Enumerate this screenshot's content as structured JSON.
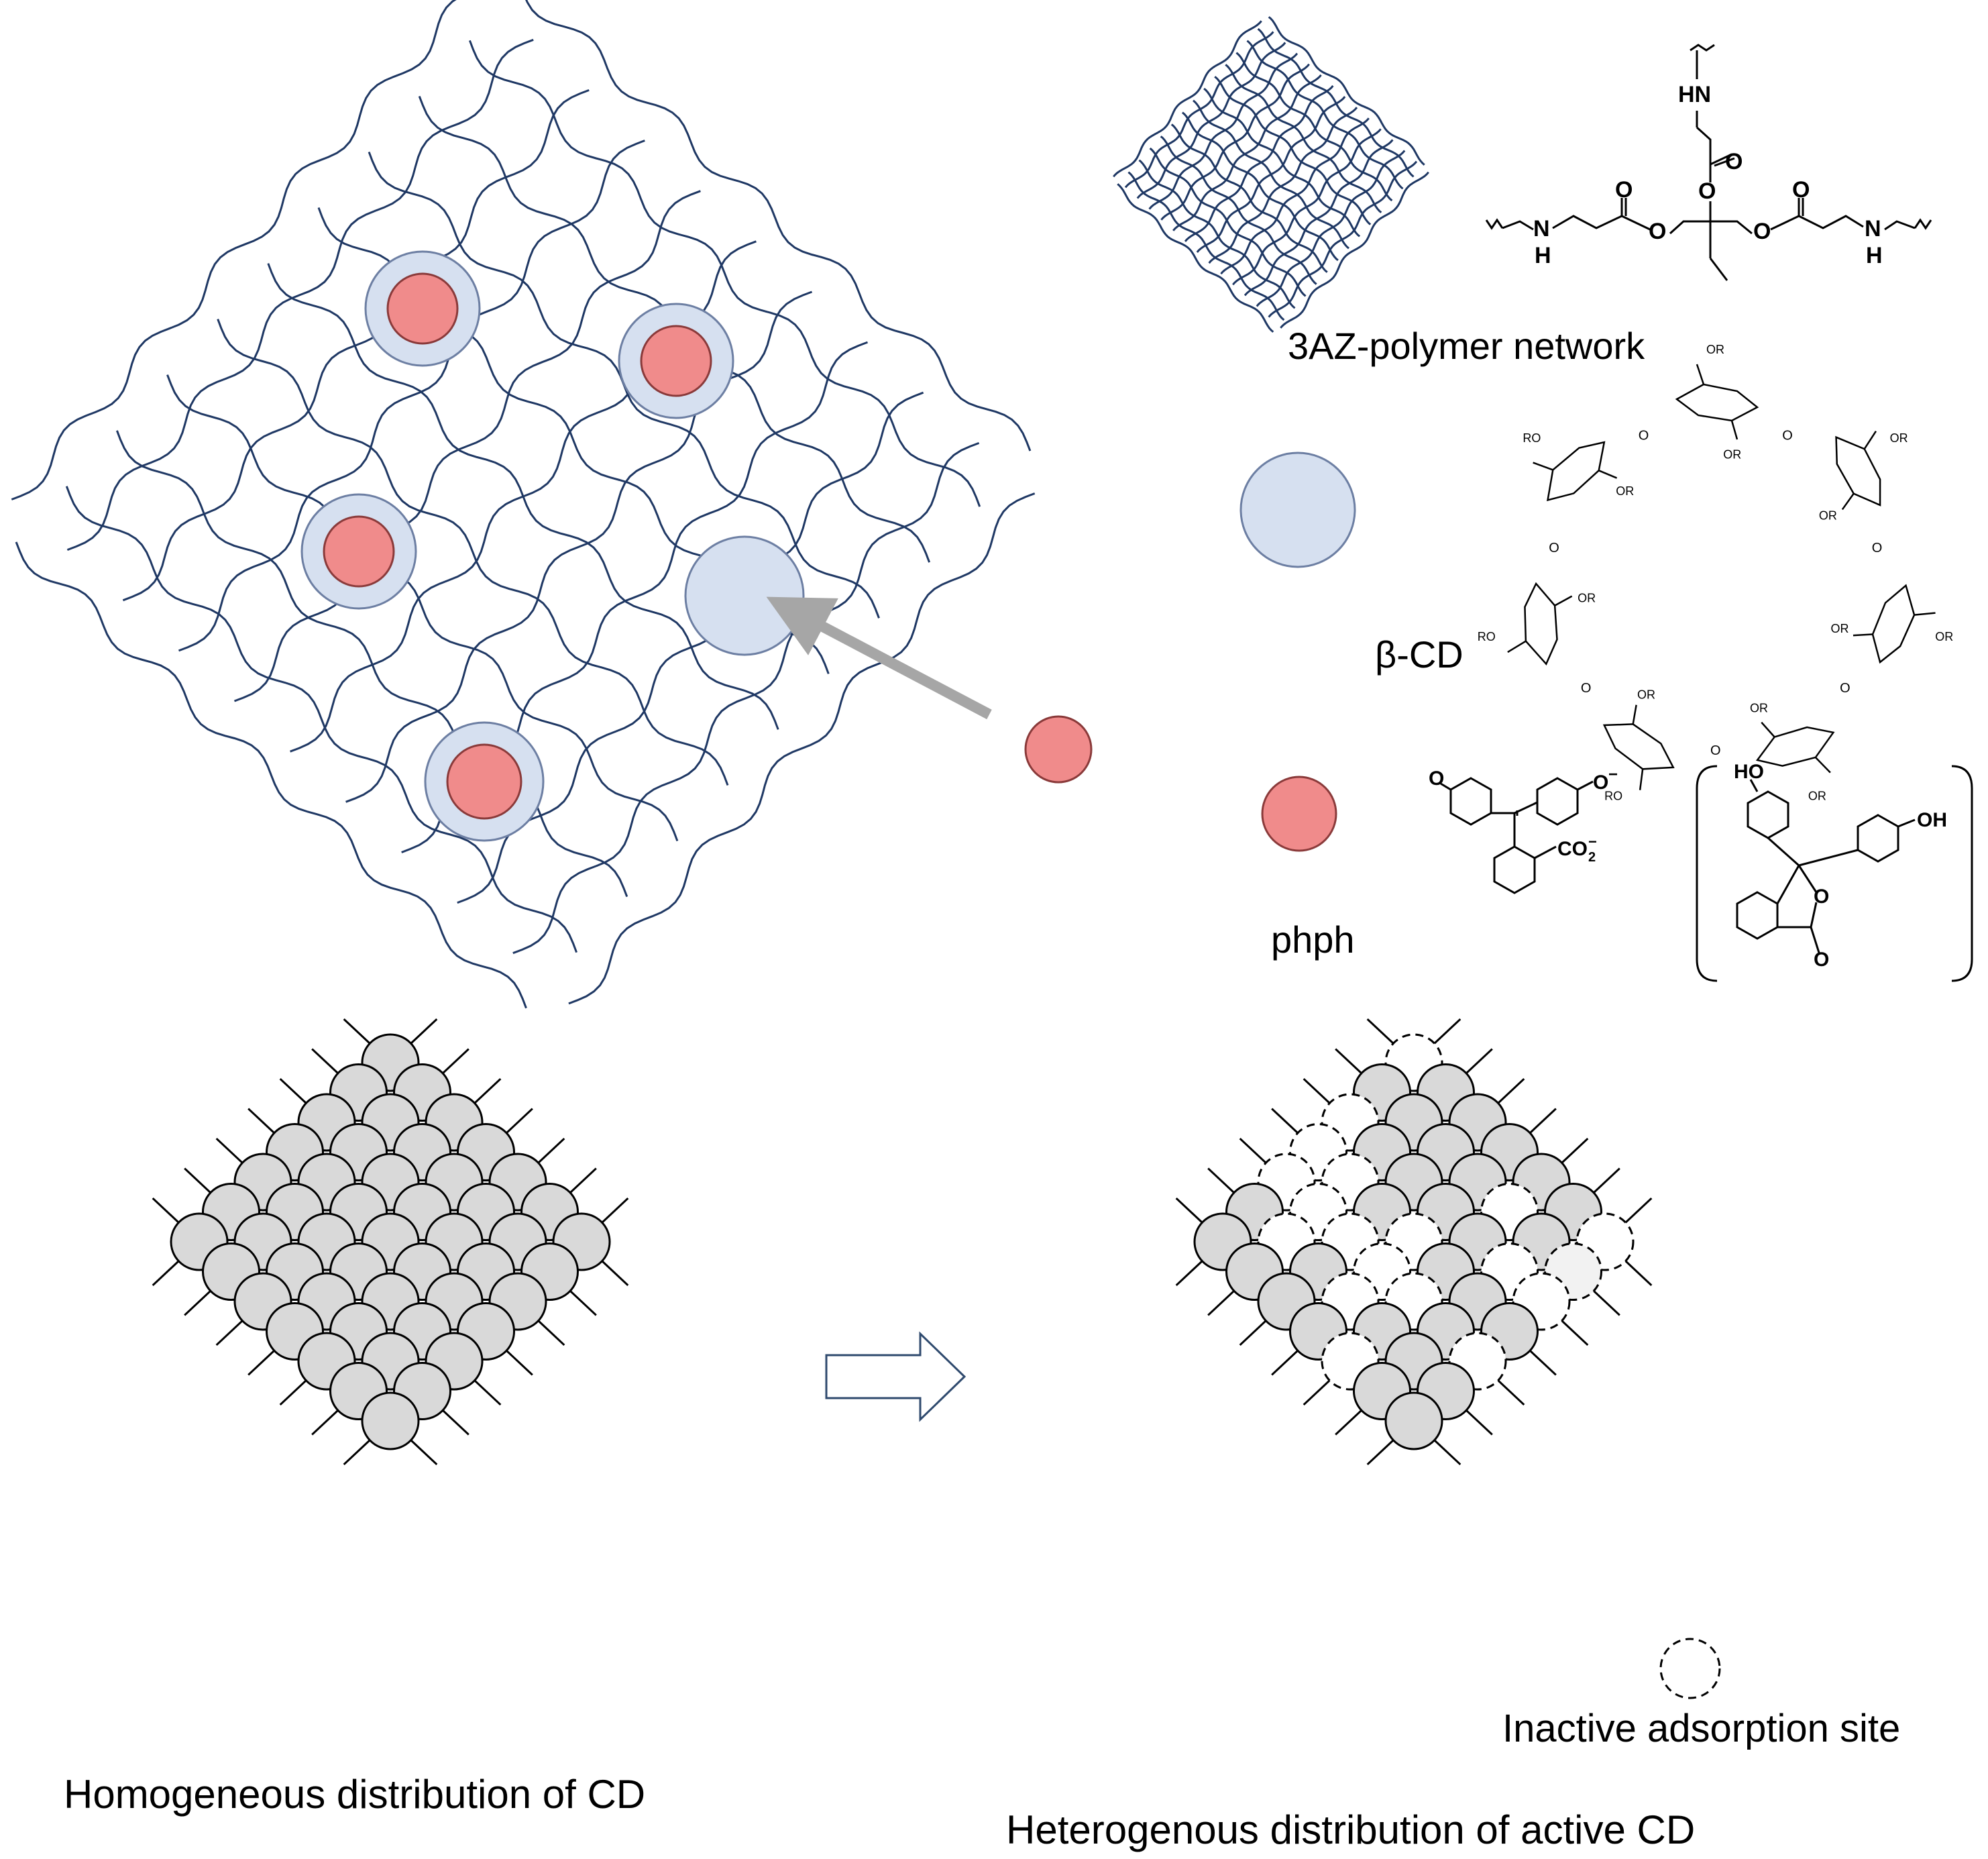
{
  "labels": {
    "network_name": "3AZ-polymer network",
    "cd_name": "β-CD",
    "guest_name": "phph",
    "homogeneous_caption": "Homogeneous distribution of CD",
    "heterogeneous_caption": "Heterogenous distribution of active CD",
    "inactive_legend": "Inactive adsorption site"
  },
  "chemistry": {
    "amine_label": "HN",
    "amine_label_left": "N",
    "amine_h": "H",
    "oxygen": "O",
    "substituent": "OR",
    "substituent_left": "RO",
    "hydroxyl": "OH",
    "hydroxyl_left": "HO",
    "phenolate": "O",
    "carboxylate": "CO",
    "minus": "−",
    "subscript_2": "2"
  },
  "colors": {
    "mesh_line": "#1f3864",
    "cd_fill": "#d6e0f0",
    "cd_stroke": "#6d7fa3",
    "guest_fill": "#f08b8b",
    "guest_stroke": "#8a3a3a",
    "site_fill": "#d9d9d9",
    "site_pale_fill": "#f2f2f2",
    "arrow_gray": "#a6a6a6",
    "transition_arrow": "#2f4a6e"
  },
  "homogeneous_grid": {
    "rows": 13,
    "sites": 49,
    "inactive_sites": 0
  },
  "heterogeneous_grid": {
    "rows": 13,
    "sites": 49,
    "inactive_sites": 18
  }
}
